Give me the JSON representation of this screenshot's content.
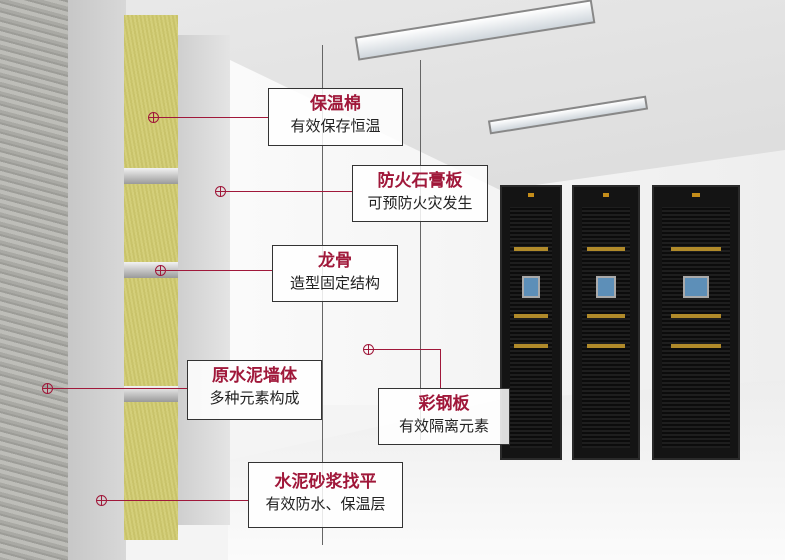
{
  "labels": [
    {
      "title": "保温棉",
      "desc": "有效保存恒温"
    },
    {
      "title": "防火石膏板",
      "desc": "可预防火灾发生"
    },
    {
      "title": "龙骨",
      "desc": "造型固定结构"
    },
    {
      "title": "原水泥墙体",
      "desc": "多种元素构成"
    },
    {
      "title": "彩钢板",
      "desc": "有效隔离元素"
    },
    {
      "title": "水泥砂浆找平",
      "desc": "有效防水、保温层"
    }
  ],
  "colors": {
    "accent": "#a0183a"
  }
}
